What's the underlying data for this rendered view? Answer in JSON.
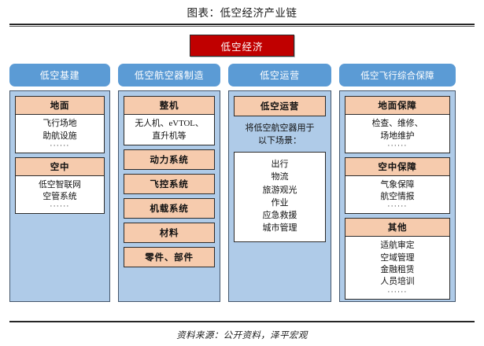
{
  "header": {
    "title": "图表：低空经济产业链"
  },
  "root": {
    "label": "低空经济"
  },
  "footer": {
    "source": "资料来源：公开资料，泽平宏观"
  },
  "colors": {
    "root_fill": "#C00000",
    "column_header_fill": "#5B9BD5",
    "panel_fill": "#AFCBE8",
    "block_header_fill": "#F6CBAD",
    "block_body_fill": "#FFFFFF",
    "border": "#2B2B2B"
  },
  "columns": [
    {
      "header": "低空基建",
      "blocks": [
        {
          "head": "地面",
          "body_lines": [
            "飞行场地",
            "助航设施"
          ],
          "dots": "······"
        },
        {
          "head": "空中",
          "body_lines": [
            "低空智联网",
            "空管系统"
          ],
          "dots": "······"
        }
      ]
    },
    {
      "header": "低空航空器制造",
      "blocks": [
        {
          "head": "整机",
          "body_lines": [
            "无人机、eVTOL、",
            "直升机等"
          ],
          "dots": ""
        },
        {
          "head": "动力系统",
          "body_lines": [],
          "dots": ""
        },
        {
          "head": "飞控系统",
          "body_lines": [],
          "dots": ""
        },
        {
          "head": "机载系统",
          "body_lines": [],
          "dots": ""
        },
        {
          "head": "材料",
          "body_lines": [],
          "dots": ""
        },
        {
          "head": "零件、部件",
          "body_lines": [],
          "dots": ""
        }
      ]
    },
    {
      "header": "低空运营",
      "operation": {
        "head": "低空运营",
        "desc_lines": [
          "将低空航空器用于",
          "以下场景："
        ],
        "scenarios": [
          "出行",
          "物流",
          "旅游观光",
          "作业",
          "应急救援",
          "城市管理"
        ]
      }
    },
    {
      "header": "低空飞行综合保障",
      "blocks": [
        {
          "head": "地面保障",
          "body_lines": [
            "检查、维修、",
            "场地维护"
          ],
          "dots": "······"
        },
        {
          "head": "空中保障",
          "body_lines": [
            "气象保障",
            "航空情报"
          ],
          "dots": "······"
        },
        {
          "head": "其他",
          "body_lines": [
            "适航审定",
            "空域管理",
            "金融租赁",
            "人员培训"
          ],
          "dots": "······"
        }
      ]
    }
  ]
}
